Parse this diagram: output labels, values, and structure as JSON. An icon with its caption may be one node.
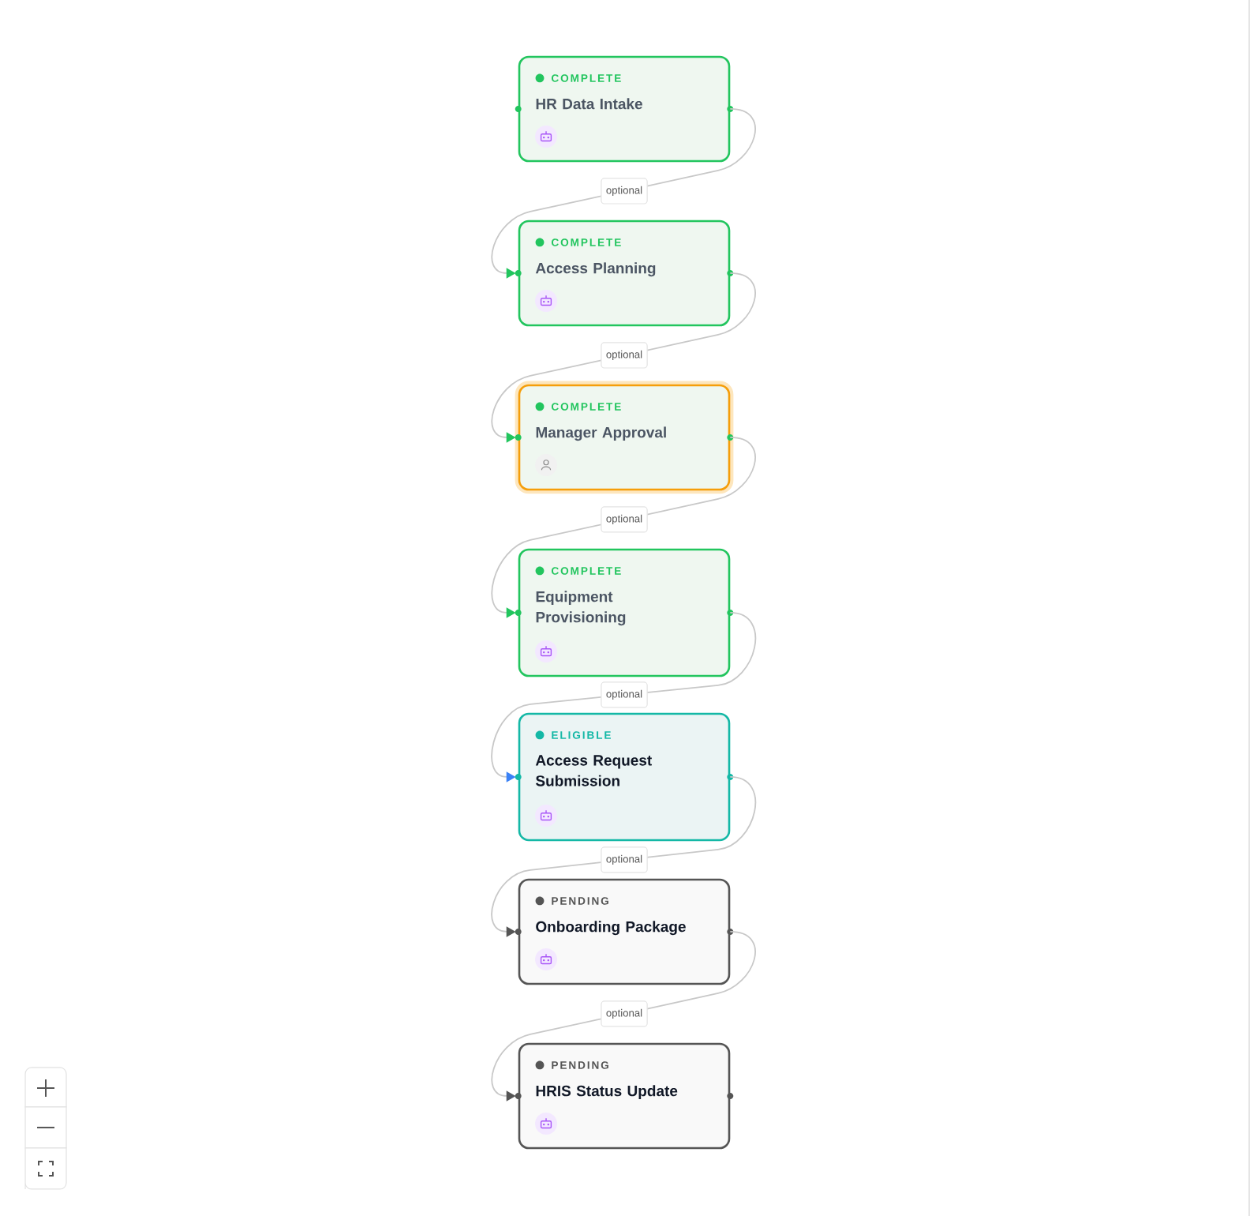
{
  "diagram": {
    "nodes": [
      {
        "text": [
          "COMPLETE",
          "HR Data Intake"
        ]
      },
      {
        "text": [
          "COMPLETE",
          "Access Planning"
        ]
      },
      {
        "text": [
          "COMPLETE",
          "Manager Approval"
        ]
      },
      {
        "text": [
          "COMPLETE",
          "Equipment Provisioning"
        ]
      },
      {
        "text": [
          "ELIGIBLE",
          "Access Request Submission"
        ]
      },
      {
        "text": [
          "PENDING",
          "Onboarding Package"
        ]
      },
      {
        "text": [
          "PENDING",
          "HRIS Status Update"
        ]
      }
    ],
    "edges": [
      {
        "from": 0,
        "to": 1,
        "arrow": "to",
        "label": "optional"
      },
      {
        "from": 1,
        "to": 2,
        "arrow": "to",
        "label": "optional"
      },
      {
        "from": 2,
        "to": 3,
        "arrow": "to",
        "label": "optional"
      },
      {
        "from": 3,
        "to": 4,
        "arrow": "to",
        "label": "optional"
      },
      {
        "from": 4,
        "to": 5,
        "arrow": "to",
        "label": "optional"
      },
      {
        "from": 5,
        "to": 6,
        "arrow": "to",
        "label": "optional"
      }
    ]
  }
}
